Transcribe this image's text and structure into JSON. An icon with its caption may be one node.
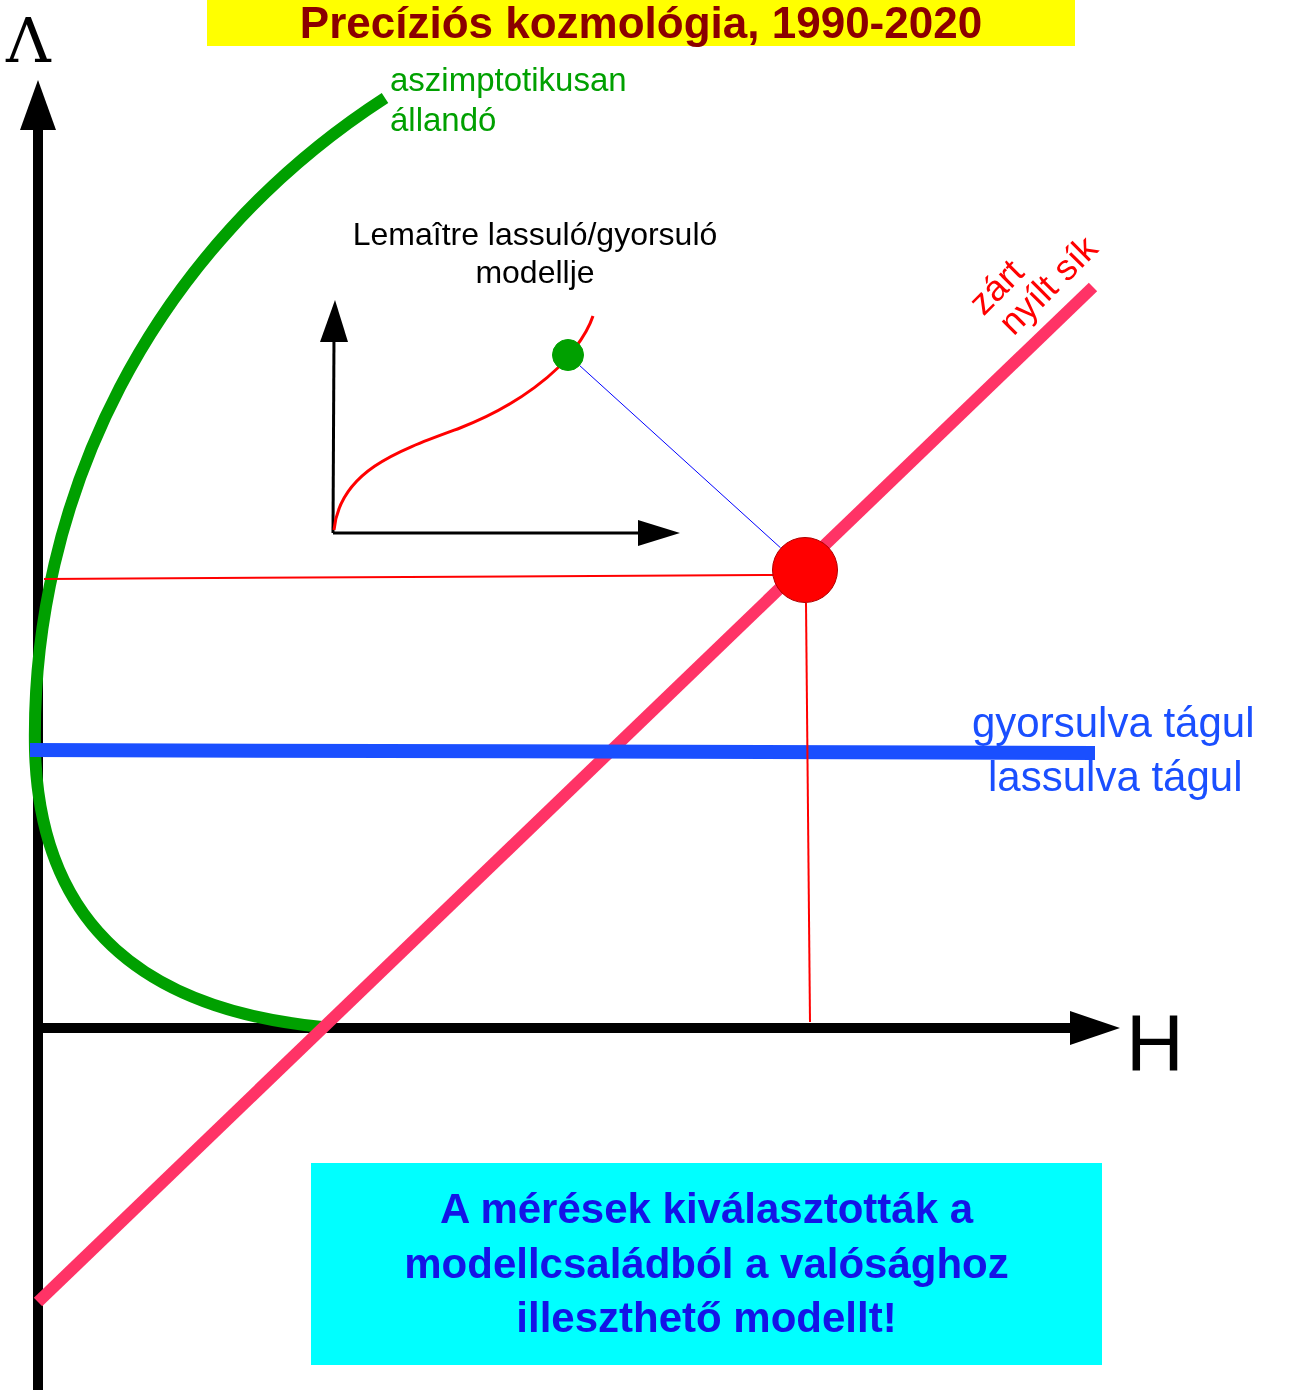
{
  "diagram": {
    "title": "Precíziós kozmológia, 1990-2020",
    "nodes": [
      {
        "text": [
          "A mérések kiválasztották a modellcsaládból a valósághoz illeszthető modellt!"
        ]
      },
      {
        "text": [],
        "shape": "circle"
      },
      {
        "text": [],
        "shape": "circle"
      }
    ],
    "edges": [
      {
        "from": 1,
        "to": 2,
        "arrow": "none",
        "color": "#0000ff"
      }
    ],
    "labels": [
      "Λ",
      "aszimptotikusan állandó",
      "Lemaître lassuló/gyorsuló modellje",
      "zárt",
      "nyílt sík",
      "gyorsulva tágul",
      "lassulva tágul",
      "H"
    ]
  }
}
